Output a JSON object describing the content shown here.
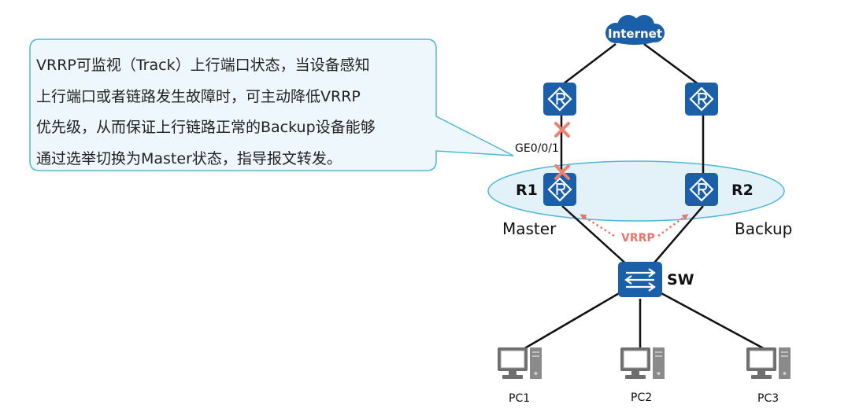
{
  "callout": {
    "lines": [
      "VRRP可监视（Track）上行端口状态，当设备感知",
      "上行端口或者链路发生故障时，可主动降低VRRP",
      "优先级，从而保证上行链路正常的Backup设备能够",
      "通过选举切换为Master状态，指导报文转发。"
    ]
  },
  "nodes": {
    "internet": "Internet",
    "r1": "R1",
    "r2": "R2",
    "sw": "SW",
    "pc1": "PC1",
    "pc2": "PC2",
    "pc3": "PC3"
  },
  "labels": {
    "interface": "GE0/0/1",
    "master": "Master",
    "backup": "Backup",
    "vrrp": "VRRP"
  },
  "colors": {
    "device_blue": "#1b5fa8",
    "link": "#111111",
    "callout_stroke": "#4fb7d6",
    "callout_fill": "#eef7fb",
    "group_fill": "#e3f1f9",
    "fault_cross": "#f08070",
    "vrrp_arrow": "#e8756a"
  },
  "icons": [
    "cloud-icon",
    "router-icon",
    "switch-icon",
    "pc-icon",
    "fault-x-icon"
  ]
}
